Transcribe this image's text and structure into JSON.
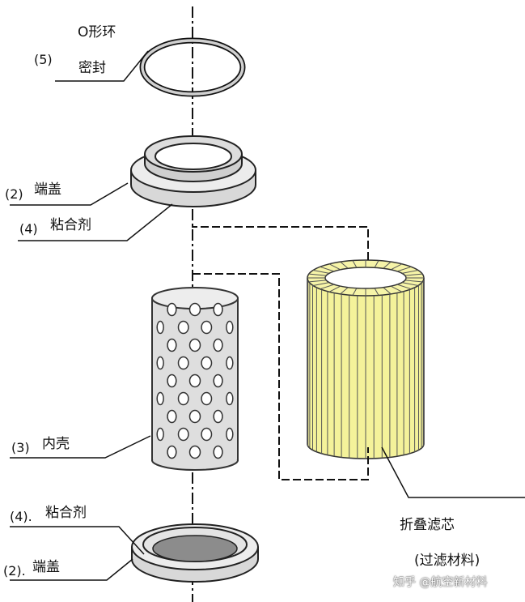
{
  "labels": {
    "oring_title": "O形环",
    "oring_num": "(5)",
    "oring_sub": "密封",
    "endcap_top_num": "(2)",
    "endcap_top": "端盖",
    "adhesive_top_num": "(4)",
    "adhesive_top": "粘合剂",
    "inner_shell_num": "(3)",
    "inner_shell": "内壳",
    "adhesive_bottom_num": "(4).",
    "adhesive_bottom": "粘合剂",
    "endcap_bottom_num": "(2).",
    "endcap_bottom": "端盖",
    "pleated_filter": "折叠滤芯",
    "filter_material": "(过滤材料)"
  },
  "watermark": "知乎 @航空新材料",
  "colors": {
    "filter_yellow": "#f4f29a",
    "part_gray": "#e2e2e2",
    "disk_dark": "#8c8c8c"
  }
}
